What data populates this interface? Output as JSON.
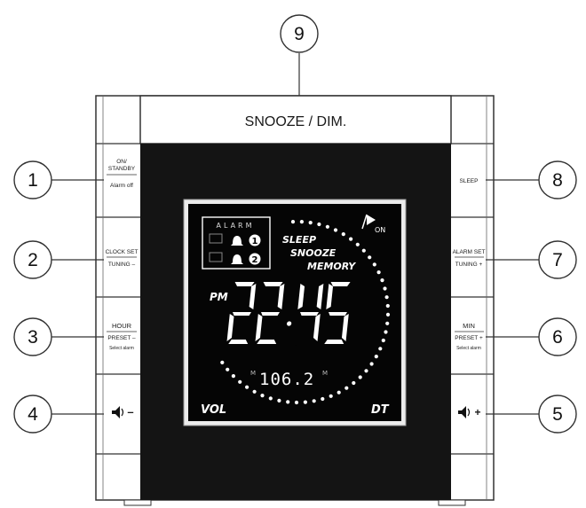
{
  "callouts": [
    {
      "id": "1",
      "text": "1"
    },
    {
      "id": "2",
      "text": "2"
    },
    {
      "id": "3",
      "text": "3"
    },
    {
      "id": "4",
      "text": "4"
    },
    {
      "id": "5",
      "text": "5"
    },
    {
      "id": "6",
      "text": "6"
    },
    {
      "id": "7",
      "text": "7"
    },
    {
      "id": "8",
      "text": "8"
    },
    {
      "id": "9",
      "text": "9"
    }
  ],
  "top_button": {
    "label": "SNOOZE / DIM."
  },
  "left_buttons": {
    "on_standby": {
      "line1": "ON/",
      "line2": "STANDBY",
      "line3": "Alarm off"
    },
    "clock_set": {
      "line1": "CLOCK SET",
      "line2": "TUNING –"
    },
    "hour": {
      "line1": "HOUR",
      "line2": "PRESET –",
      "line3": "Select alarm"
    },
    "volume_down": {
      "label": "–"
    }
  },
  "right_buttons": {
    "sleep": {
      "label": "SLEEP"
    },
    "alarm_set": {
      "line1": "ALARM SET",
      "line2": "TUNING +"
    },
    "min": {
      "line1": "MIN",
      "line2": "PRESET +",
      "line3": "Select alarm"
    },
    "volume_up": {
      "label": "+"
    }
  },
  "display": {
    "alarm_header": "ALARM",
    "alarm1": "1",
    "alarm2": "2",
    "sleep": "SLEEP",
    "snooze": "SNOOZE",
    "memory": "MEMORY",
    "on": "ON",
    "pm": "PM",
    "time": "22:45",
    "freq_prefix": "M",
    "frequency": "106.2",
    "freq_suffix": "M",
    "vol": "VOL",
    "dt": "DT"
  }
}
